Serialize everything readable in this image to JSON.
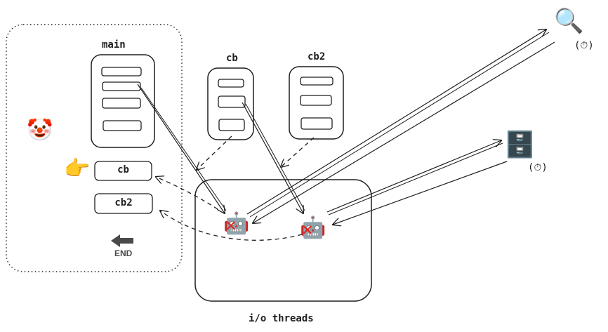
{
  "stack": {
    "main_label": "main",
    "queue_items": [
      "cb",
      "cb2"
    ],
    "end_label": "END"
  },
  "callbacks": {
    "cb_label": "cb",
    "cb2_label": "cb2"
  },
  "io": {
    "label": "i/o threads"
  },
  "resources": {
    "search_timer": "(⏱)",
    "cabinet_timer": "(⏱)"
  },
  "icons": {
    "clown": "clown-face",
    "pointer": "pointing-hand",
    "worker1": "robot-crossed",
    "worker2": "robot-crossed",
    "search": "magnifying-glass",
    "cabinet": "file-cabinet",
    "end": "back-arrow"
  }
}
